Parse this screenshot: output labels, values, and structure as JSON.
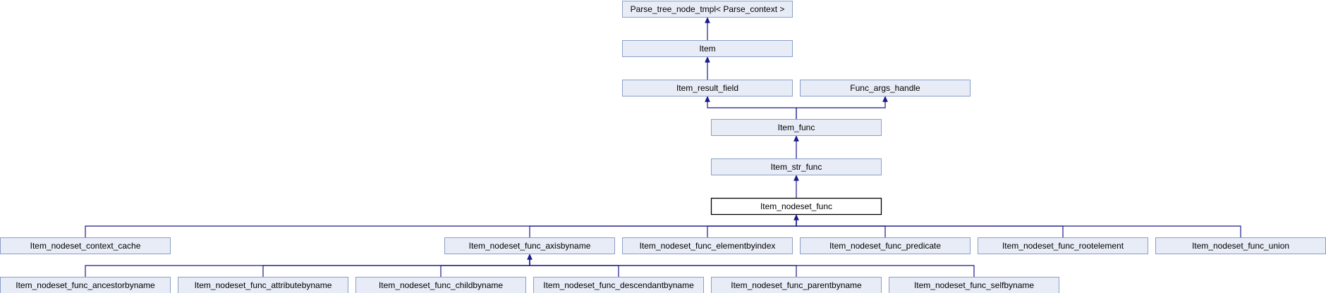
{
  "diagram": {
    "nodes": [
      {
        "id": "parse_tree_node_tmpl",
        "label": "Parse_tree_node_tmpl< Parse_context >"
      },
      {
        "id": "item",
        "label": "Item"
      },
      {
        "id": "item_result_field",
        "label": "Item_result_field"
      },
      {
        "id": "func_args_handle",
        "label": "Func_args_handle"
      },
      {
        "id": "item_func",
        "label": "Item_func"
      },
      {
        "id": "item_str_func",
        "label": "Item_str_func"
      },
      {
        "id": "item_nodeset_func",
        "label": "Item_nodeset_func",
        "current": true
      },
      {
        "id": "item_nodeset_context_cache",
        "label": "Item_nodeset_context_cache"
      },
      {
        "id": "item_nodeset_func_axisbyname",
        "label": "Item_nodeset_func_axisbyname"
      },
      {
        "id": "item_nodeset_func_elementbyindex",
        "label": "Item_nodeset_func_elementbyindex"
      },
      {
        "id": "item_nodeset_func_predicate",
        "label": "Item_nodeset_func_predicate"
      },
      {
        "id": "item_nodeset_func_rootelement",
        "label": "Item_nodeset_func_rootelement"
      },
      {
        "id": "item_nodeset_func_union",
        "label": "Item_nodeset_func_union"
      },
      {
        "id": "item_nodeset_func_ancestorbyname",
        "label": "Item_nodeset_func_ancestorbyname"
      },
      {
        "id": "item_nodeset_func_attributebyname",
        "label": "Item_nodeset_func_attributebyname"
      },
      {
        "id": "item_nodeset_func_childbyname",
        "label": "Item_nodeset_func_childbyname"
      },
      {
        "id": "item_nodeset_func_descendantbyname",
        "label": "Item_nodeset_func_descendantbyname"
      },
      {
        "id": "item_nodeset_func_parentbyname",
        "label": "Item_nodeset_func_parentbyname"
      },
      {
        "id": "item_nodeset_func_selfbyname",
        "label": "Item_nodeset_func_selfbyname"
      }
    ],
    "edges": [
      {
        "from": "item",
        "to": "parse_tree_node_tmpl"
      },
      {
        "from": "item_result_field",
        "to": "item"
      },
      {
        "from": "item_func",
        "to": "item_result_field"
      },
      {
        "from": "item_func",
        "to": "func_args_handle"
      },
      {
        "from": "item_str_func",
        "to": "item_func"
      },
      {
        "from": "item_nodeset_func",
        "to": "item_str_func"
      },
      {
        "from": "item_nodeset_context_cache",
        "to": "item_nodeset_func"
      },
      {
        "from": "item_nodeset_func_axisbyname",
        "to": "item_nodeset_func"
      },
      {
        "from": "item_nodeset_func_elementbyindex",
        "to": "item_nodeset_func"
      },
      {
        "from": "item_nodeset_func_predicate",
        "to": "item_nodeset_func"
      },
      {
        "from": "item_nodeset_func_rootelement",
        "to": "item_nodeset_func"
      },
      {
        "from": "item_nodeset_func_union",
        "to": "item_nodeset_func"
      },
      {
        "from": "item_nodeset_func_ancestorbyname",
        "to": "item_nodeset_func_axisbyname"
      },
      {
        "from": "item_nodeset_func_attributebyname",
        "to": "item_nodeset_func_axisbyname"
      },
      {
        "from": "item_nodeset_func_childbyname",
        "to": "item_nodeset_func_axisbyname"
      },
      {
        "from": "item_nodeset_func_descendantbyname",
        "to": "item_nodeset_func_axisbyname"
      },
      {
        "from": "item_nodeset_func_parentbyname",
        "to": "item_nodeset_func_axisbyname"
      },
      {
        "from": "item_nodeset_func_selfbyname",
        "to": "item_nodeset_func_axisbyname"
      }
    ]
  }
}
